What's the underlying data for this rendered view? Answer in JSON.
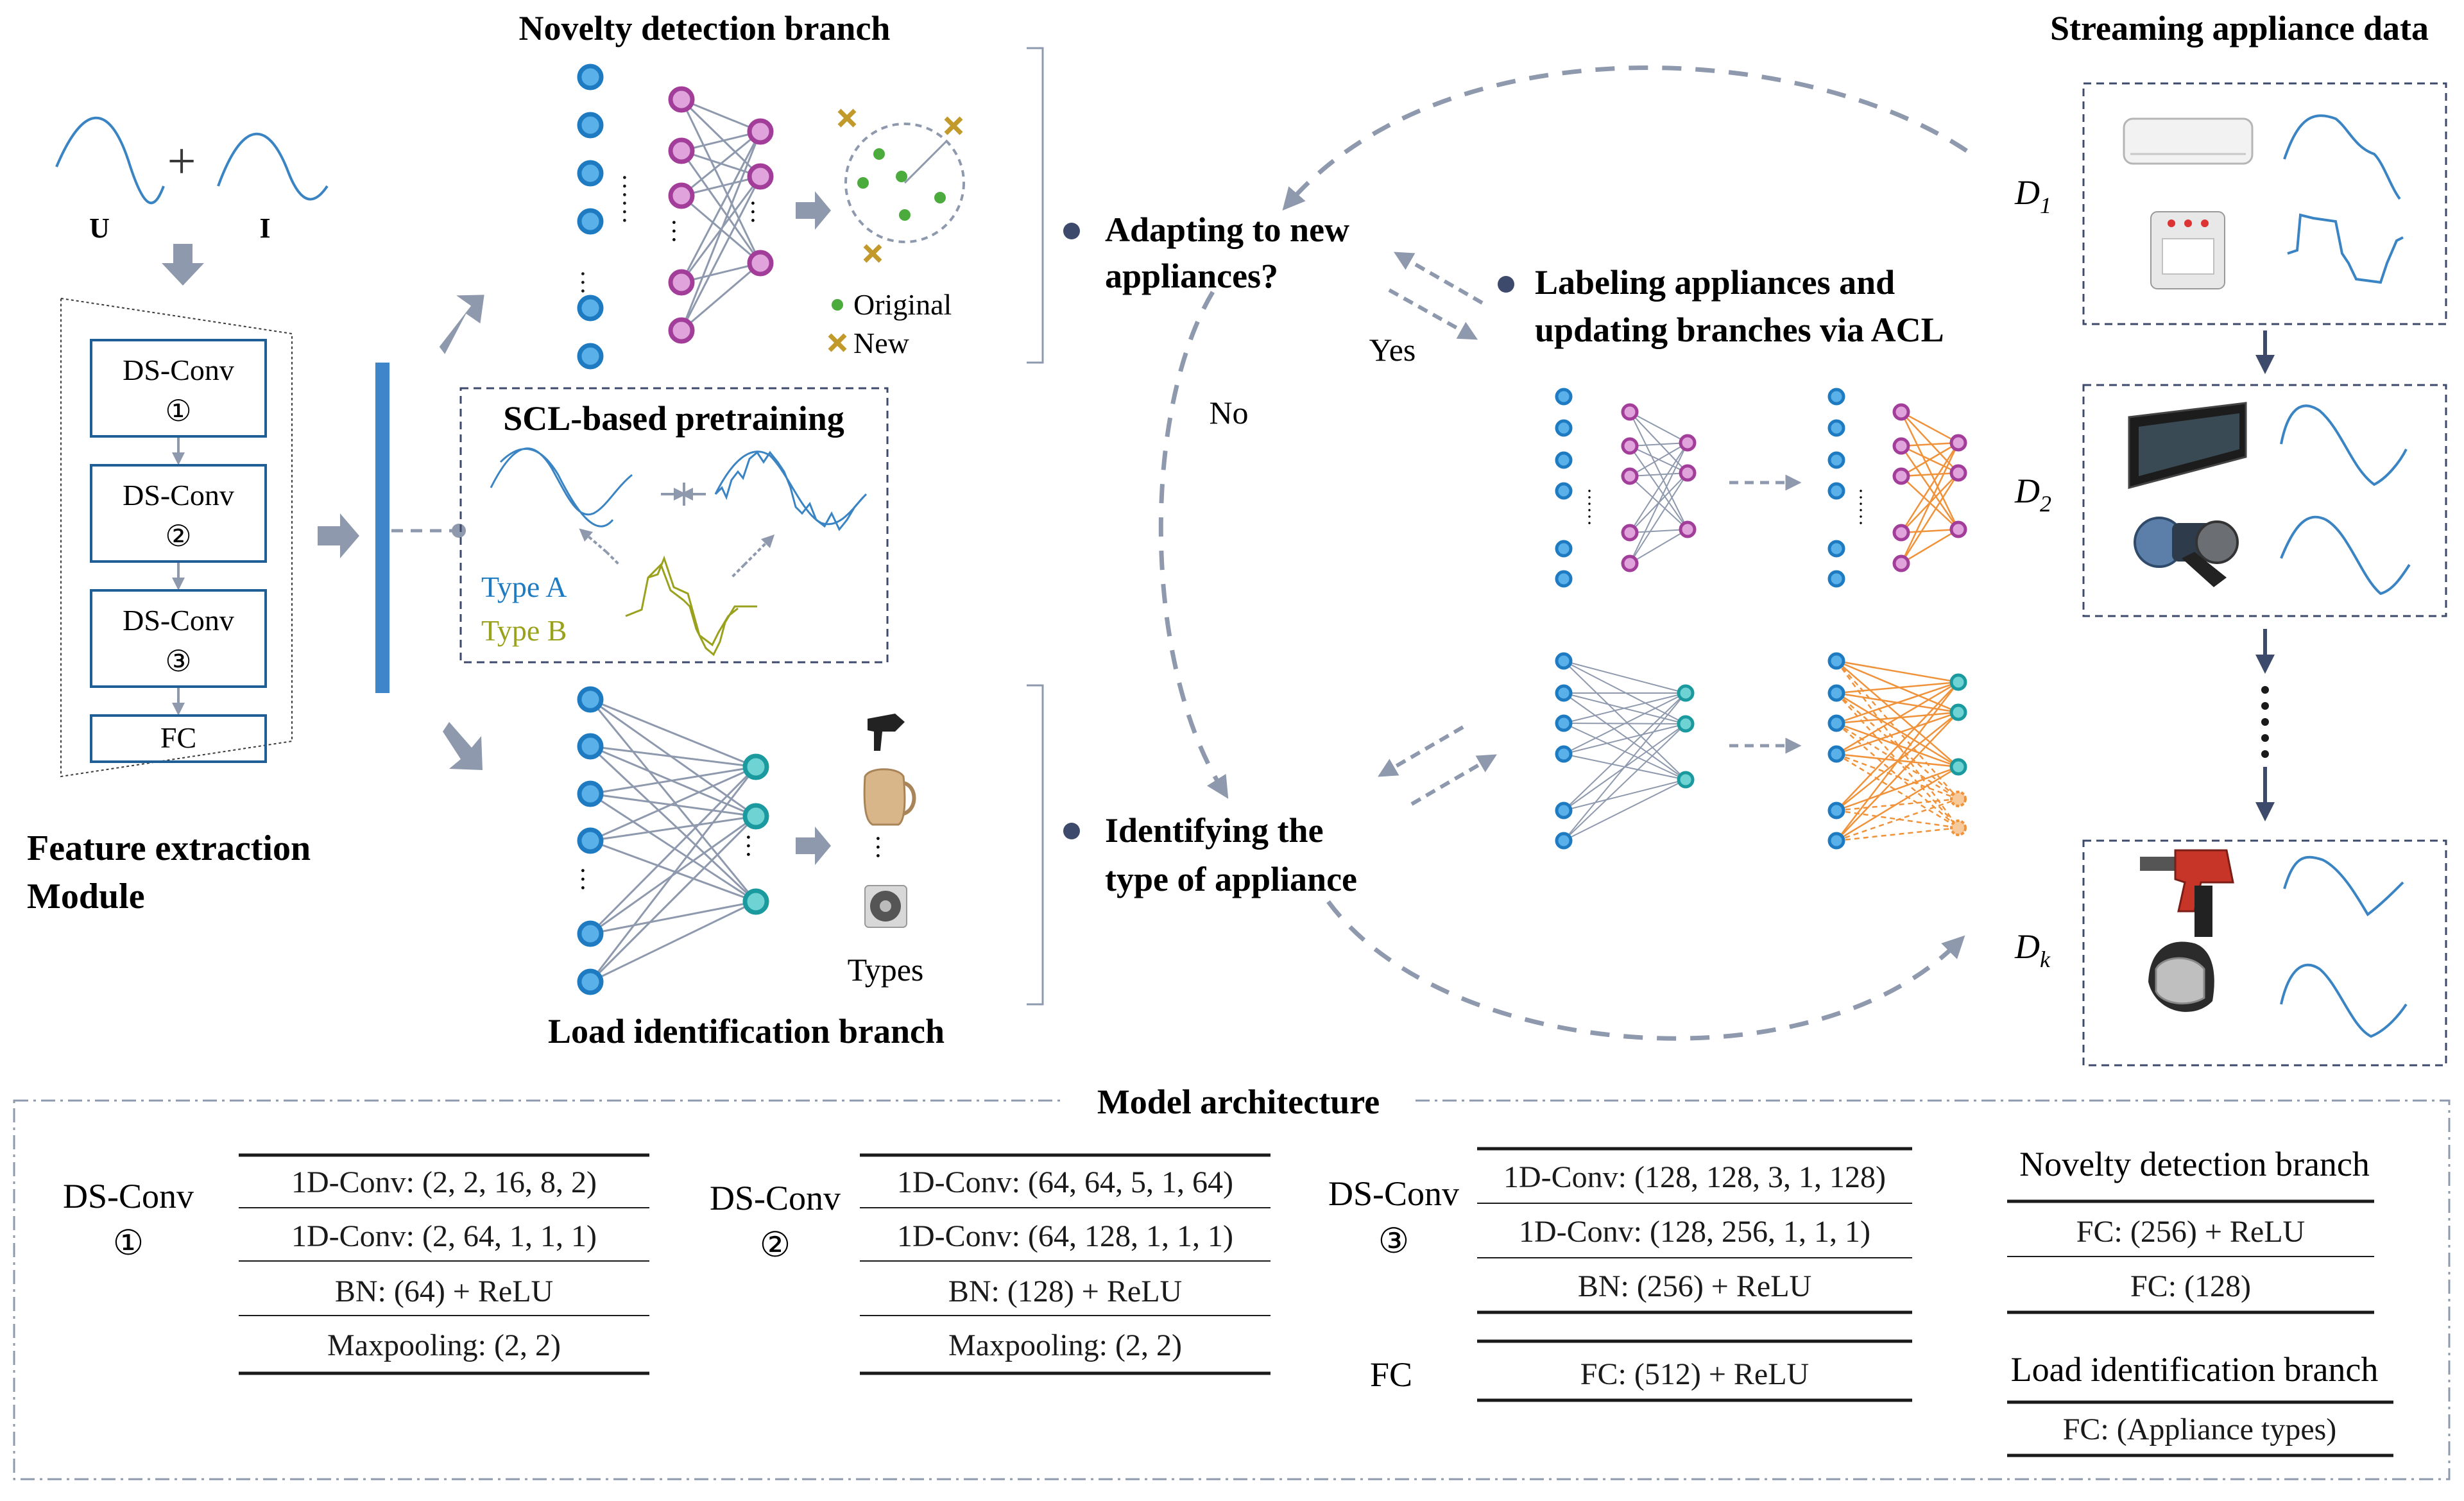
{
  "feature_module": {
    "u_label": "U",
    "i_label": "I",
    "blocks": [
      "DS-Conv",
      "DS-Conv",
      "DS-Conv",
      "FC"
    ],
    "block_marks": [
      "①",
      "②",
      "③"
    ],
    "title_line1": "Feature extraction",
    "title_line2": "Module"
  },
  "novelty_branch": {
    "title": "Novelty detection branch",
    "legend_original": "Original",
    "legend_new": "New"
  },
  "scl": {
    "title": "SCL-based pretraining",
    "type_a": "Type A",
    "type_b": "Type B"
  },
  "load_branch": {
    "title": "Load identification branch",
    "types_label": "Types"
  },
  "flow": {
    "adapting_line1": "Adapting to new",
    "adapting_line2": "appliances?",
    "yes": "Yes",
    "no": "No",
    "labeling_line1": "Labeling appliances and",
    "labeling_line2": "updating branches via ACL",
    "identifying_line1": "Identifying the",
    "identifying_line2": "type of appliance"
  },
  "streaming": {
    "title": "Streaming appliance data",
    "d1": "D",
    "d1_sub": "1",
    "d2": "D",
    "d2_sub": "2",
    "dk": "D",
    "dk_sub": "k"
  },
  "architecture": {
    "title": "Model architecture",
    "ds1": {
      "name": "DS-Conv",
      "mark": "①",
      "rows": [
        "1D-Conv: (2, 2, 16, 8, 2)",
        "1D-Conv: (2, 64, 1, 1, 1)",
        "BN: (64) + ReLU",
        "Maxpooling: (2, 2)"
      ]
    },
    "ds2": {
      "name": "DS-Conv",
      "mark": "②",
      "rows": [
        "1D-Conv: (64, 64, 5, 1, 64)",
        "1D-Conv: (64, 128, 1, 1, 1)",
        "BN: (128) + ReLU",
        "Maxpooling: (2, 2)"
      ]
    },
    "ds3": {
      "name": "DS-Conv",
      "mark": "③",
      "rows": [
        "1D-Conv: (128, 128, 3, 1, 128)",
        "1D-Conv: (128, 256, 1, 1, 1)",
        "BN: (256) + ReLU"
      ]
    },
    "fc": {
      "name": "FC",
      "rows": [
        "FC: (512) + ReLU"
      ]
    },
    "novelty": {
      "name": "Novelty detection branch",
      "rows": [
        "FC: (256) + ReLU",
        "FC: (128)"
      ]
    },
    "load": {
      "name": "Load identification branch",
      "rows": [
        "FC: (Appliance types)"
      ]
    }
  },
  "colors": {
    "blue_node": "#1f7bc1",
    "blue_fill": "#5ab0e8",
    "purple_node": "#a23d9a",
    "purple_fill": "#e0a3dc",
    "teal_node": "#1a9a9e",
    "teal_fill": "#6fd3d3",
    "orange": "#f0923a",
    "arrow_gray": "#8e99ad",
    "wave_blue": "#3a84c4",
    "type_b": "#9aa11c",
    "bar_blue": "#3e86c9"
  }
}
